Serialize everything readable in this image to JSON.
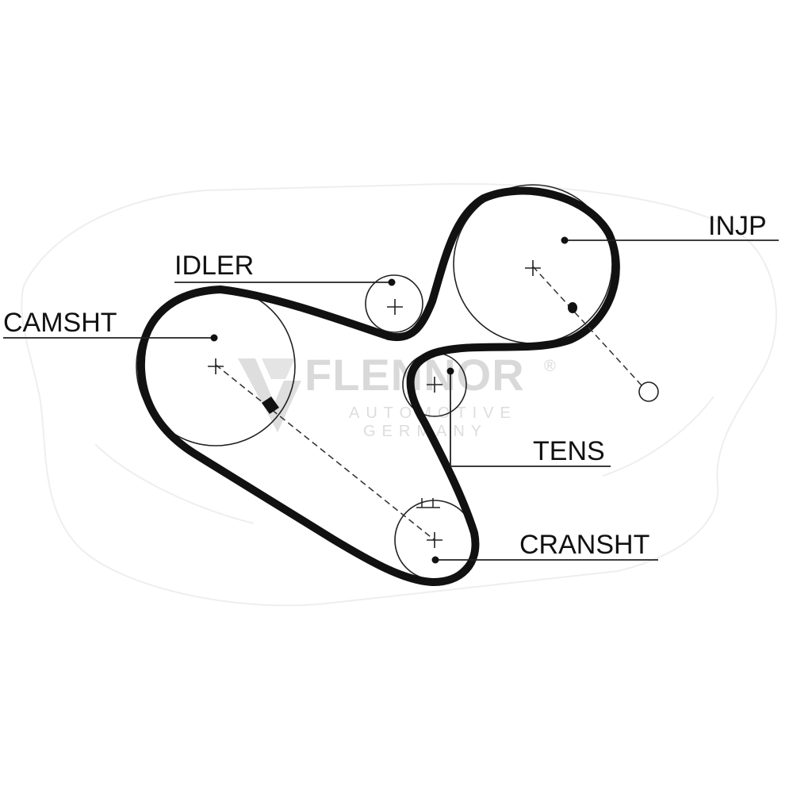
{
  "labels": {
    "injp": "INJP",
    "idler": "IDLER",
    "camsht": "CAMSHT",
    "tens": "TENS",
    "cransht": "CRANSHT"
  },
  "watermark": {
    "brand": "FLENNOR",
    "registered": "®",
    "line1": "AUTOMOTIVE",
    "line2": "GERMANY"
  },
  "colors": {
    "belt": "#111111",
    "line": "#222222",
    "watermark": "#d9d9d9"
  }
}
